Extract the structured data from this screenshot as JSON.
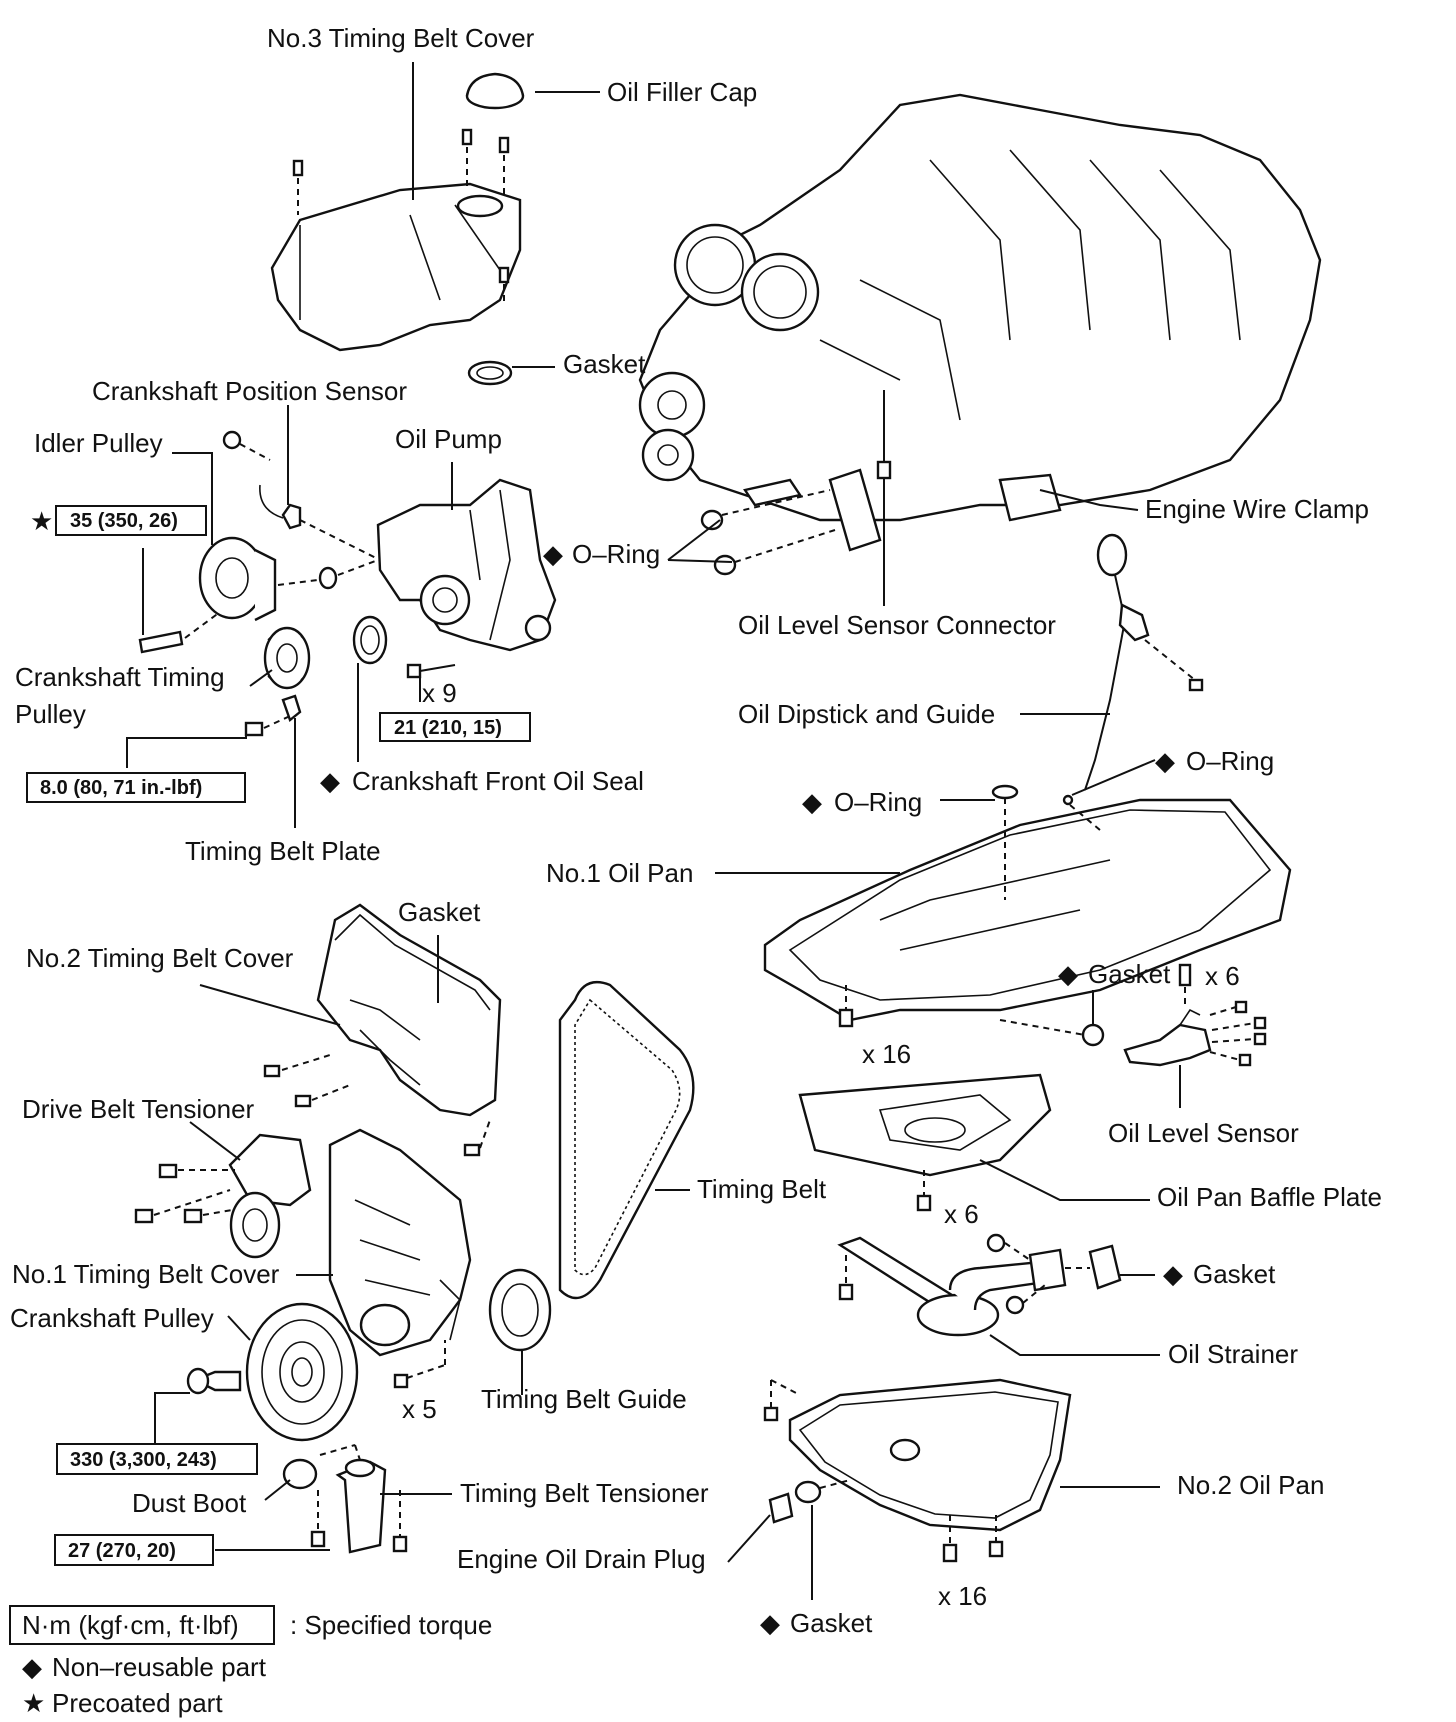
{
  "labels": {
    "no3_timing_belt_cover": "No.3 Timing Belt Cover",
    "oil_filler_cap": "Oil Filler Cap",
    "gasket_top": "Gasket",
    "crankshaft_position_sensor": "Crankshaft Position Sensor",
    "idler_pulley": "Idler Pulley",
    "oil_pump": "Oil Pump",
    "o_ring_pump": "O–Ring",
    "engine_wire_clamp": "Engine Wire Clamp",
    "crankshaft_timing_pulley_1": "Crankshaft Timing",
    "crankshaft_timing_pulley_2": "Pulley",
    "oil_level_sensor_connector": "Oil Level Sensor Connector",
    "x9": "x 9",
    "oil_dipstick_and_guide": "Oil Dipstick and Guide",
    "o_ring_dipstick": "O–Ring",
    "crankshaft_front_oil_seal": "Crankshaft Front Oil Seal",
    "o_ring_pan": "O–Ring",
    "timing_belt_plate": "Timing Belt Plate",
    "no1_oil_pan": "No.1 Oil Pan",
    "gasket_timing_cover": "Gasket",
    "no2_timing_belt_cover": "No.2 Timing Belt Cover",
    "gasket_sensor": "Gasket",
    "x6_a": "x 6",
    "x16_a": "x 16",
    "drive_belt_tensioner": "Drive Belt Tensioner",
    "oil_level_sensor": "Oil Level Sensor",
    "timing_belt": "Timing Belt",
    "oil_pan_baffle_plate": "Oil Pan Baffle Plate",
    "x6_b": "x 6",
    "gasket_strainer": "Gasket",
    "no1_timing_belt_cover": "No.1 Timing Belt Cover",
    "crankshaft_pulley": "Crankshaft Pulley",
    "oil_strainer": "Oil Strainer",
    "x5": "x 5",
    "timing_belt_guide": "Timing Belt Guide",
    "no2_oil_pan": "No.2 Oil Pan",
    "dust_boot": "Dust Boot",
    "timing_belt_tensioner": "Timing Belt Tensioner",
    "engine_oil_drain_plug": "Engine Oil Drain Plug",
    "x16_b": "x 16",
    "gasket_drain": "Gasket"
  },
  "torques": {
    "idler_pulley": "35 (350, 26)",
    "oil_pump": "21 (210, 15)",
    "timing_belt_plate": "8.0 (80, 71 in.-lbf)",
    "crankshaft_pulley": "330 (3,300, 243)",
    "timing_belt_tensioner": "27 (270, 20)"
  },
  "symbols": {
    "non_reusable": "◆",
    "precoated": "★"
  },
  "legend": {
    "torque_unit": "N·m (kgf·cm, ft·lbf)",
    "torque_desc": ": Specified torque",
    "non_reusable": "Non–reusable part",
    "precoated": "Precoated part"
  }
}
